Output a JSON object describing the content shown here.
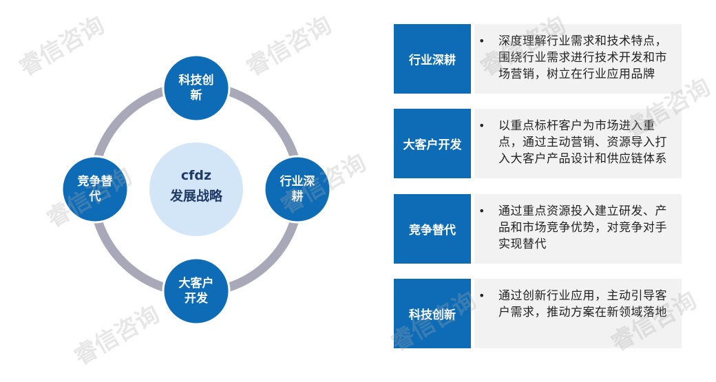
{
  "center": {
    "line1": "cfdz",
    "line2": "发展战略"
  },
  "nodes": {
    "top": "科技创\n新",
    "right": "行业深\n耕",
    "bottom": "大客户\n开发",
    "left": "竞争替\n代"
  },
  "rows": [
    {
      "tag": "行业深耕",
      "text": "深度理解行业需求和技术特点，围绕行业需求进行技术开发和市场营销，树立在行业应用品牌"
    },
    {
      "tag": "大客户开发",
      "text": "以重点标杆客户为市场进入重点，通过主动营销、资源导入打入大客户产品设计和供应链体系"
    },
    {
      "tag": "竞争替代",
      "text": "通过重点资源投入建立研发、产品和市场竞争优势，对竞争对手实现替代"
    },
    {
      "tag": "科技创新",
      "text": "通过创新行业应用，主动引导客户需求，推动方案在新领域落地"
    }
  ],
  "bullet": "•",
  "watermark": "睿信咨询",
  "colors": {
    "ring": "#a8a8b8",
    "node": "#0e6cb7",
    "center": "#d3e6f7",
    "tag": "#0e6cb7",
    "desc_bg": "#f2f2f2"
  }
}
